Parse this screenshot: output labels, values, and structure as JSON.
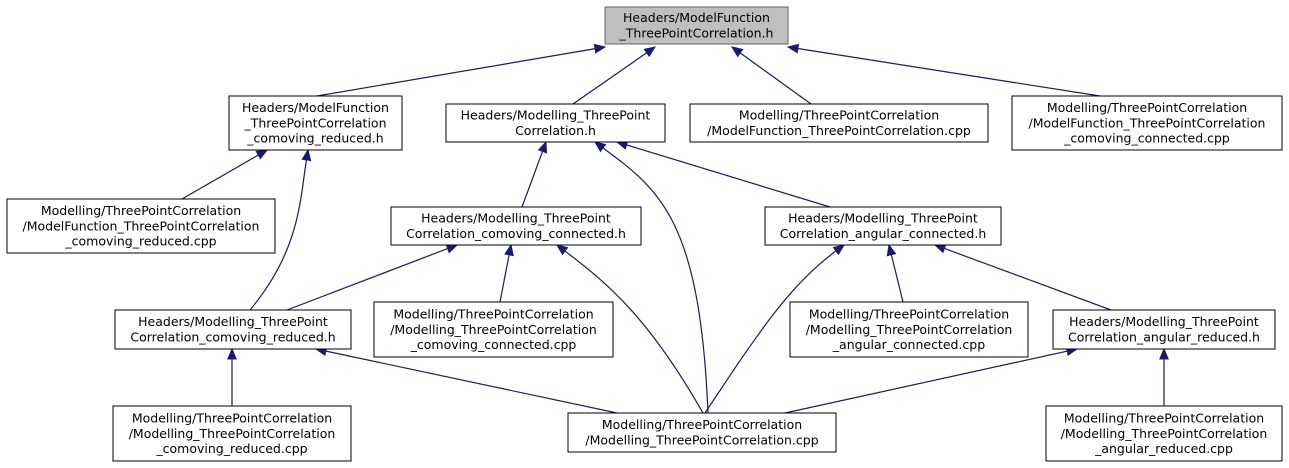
{
  "nodes": [
    {
      "id": "root",
      "lines": [
        "Headers/ModelFunction",
        "_ThreePointCorrelation.h"
      ],
      "highlight": true
    },
    {
      "id": "mf_comoving_reduced_h",
      "lines": [
        "Headers/ModelFunction",
        "_ThreePointCorrelation",
        "_comoving_reduced.h"
      ]
    },
    {
      "id": "modelling_3pc_h",
      "lines": [
        "Headers/Modelling_ThreePoint",
        "Correlation.h"
      ]
    },
    {
      "id": "mf_3pc_cpp",
      "lines": [
        "Modelling/ThreePointCorrelation",
        "/ModelFunction_ThreePointCorrelation.cpp"
      ]
    },
    {
      "id": "mf_comoving_connected_cpp",
      "lines": [
        "Modelling/ThreePointCorrelation",
        "/ModelFunction_ThreePointCorrelation",
        "_comoving_connected.cpp"
      ]
    },
    {
      "id": "mf_comoving_reduced_cpp",
      "lines": [
        "Modelling/ThreePointCorrelation",
        "/ModelFunction_ThreePointCorrelation",
        "_comoving_reduced.cpp"
      ]
    },
    {
      "id": "m_comoving_connected_h",
      "lines": [
        "Headers/Modelling_ThreePoint",
        "Correlation_comoving_connected.h"
      ]
    },
    {
      "id": "m_angular_connected_h",
      "lines": [
        "Headers/Modelling_ThreePoint",
        "Correlation_angular_connected.h"
      ]
    },
    {
      "id": "m_comoving_reduced_h",
      "lines": [
        "Headers/Modelling_ThreePoint",
        "Correlation_comoving_reduced.h"
      ]
    },
    {
      "id": "m_comoving_connected_cpp",
      "lines": [
        "Modelling/ThreePointCorrelation",
        "/Modelling_ThreePointCorrelation",
        "_comoving_connected.cpp"
      ]
    },
    {
      "id": "m_angular_connected_cpp",
      "lines": [
        "Modelling/ThreePointCorrelation",
        "/Modelling_ThreePointCorrelation",
        "_angular_connected.cpp"
      ]
    },
    {
      "id": "m_angular_reduced_h",
      "lines": [
        "Headers/Modelling_ThreePoint",
        "Correlation_angular_reduced.h"
      ]
    },
    {
      "id": "m_comoving_reduced_cpp",
      "lines": [
        "Modelling/ThreePointCorrelation",
        "/Modelling_ThreePointCorrelation",
        "_comoving_reduced.cpp"
      ]
    },
    {
      "id": "m_3pc_cpp",
      "lines": [
        "Modelling/ThreePointCorrelation",
        "/Modelling_ThreePointCorrelation.cpp"
      ]
    },
    {
      "id": "m_angular_reduced_cpp",
      "lines": [
        "Modelling/ThreePointCorrelation",
        "/Modelling_ThreePointCorrelation",
        "_angular_reduced.cpp"
      ]
    }
  ],
  "edges": [
    {
      "from": "mf_comoving_reduced_h",
      "to": "root"
    },
    {
      "from": "modelling_3pc_h",
      "to": "root"
    },
    {
      "from": "mf_3pc_cpp",
      "to": "root"
    },
    {
      "from": "mf_comoving_connected_cpp",
      "to": "root"
    },
    {
      "from": "mf_comoving_reduced_cpp",
      "to": "mf_comoving_reduced_h"
    },
    {
      "from": "m_comoving_reduced_h",
      "to": "mf_comoving_reduced_h"
    },
    {
      "from": "m_comoving_connected_h",
      "to": "modelling_3pc_h"
    },
    {
      "from": "m_3pc_cpp",
      "to": "modelling_3pc_h"
    },
    {
      "from": "m_angular_connected_h",
      "to": "modelling_3pc_h"
    },
    {
      "from": "m_comoving_reduced_h",
      "to": "m_comoving_connected_h"
    },
    {
      "from": "m_comoving_connected_cpp",
      "to": "m_comoving_connected_h"
    },
    {
      "from": "m_3pc_cpp",
      "to": "m_comoving_connected_h"
    },
    {
      "from": "m_3pc_cpp",
      "to": "m_angular_connected_h"
    },
    {
      "from": "m_angular_connected_cpp",
      "to": "m_angular_connected_h"
    },
    {
      "from": "m_angular_reduced_h",
      "to": "m_angular_connected_h"
    },
    {
      "from": "m_comoving_reduced_cpp",
      "to": "m_comoving_reduced_h"
    },
    {
      "from": "m_3pc_cpp",
      "to": "m_comoving_reduced_h"
    },
    {
      "from": "m_3pc_cpp",
      "to": "m_angular_reduced_h"
    },
    {
      "from": "m_angular_reduced_cpp",
      "to": "m_angular_reduced_h"
    }
  ],
  "colors": {
    "edge": "#191970",
    "root_fill": "#bfbfbf",
    "root_stroke": "#666666",
    "node_stroke": "#000000"
  }
}
